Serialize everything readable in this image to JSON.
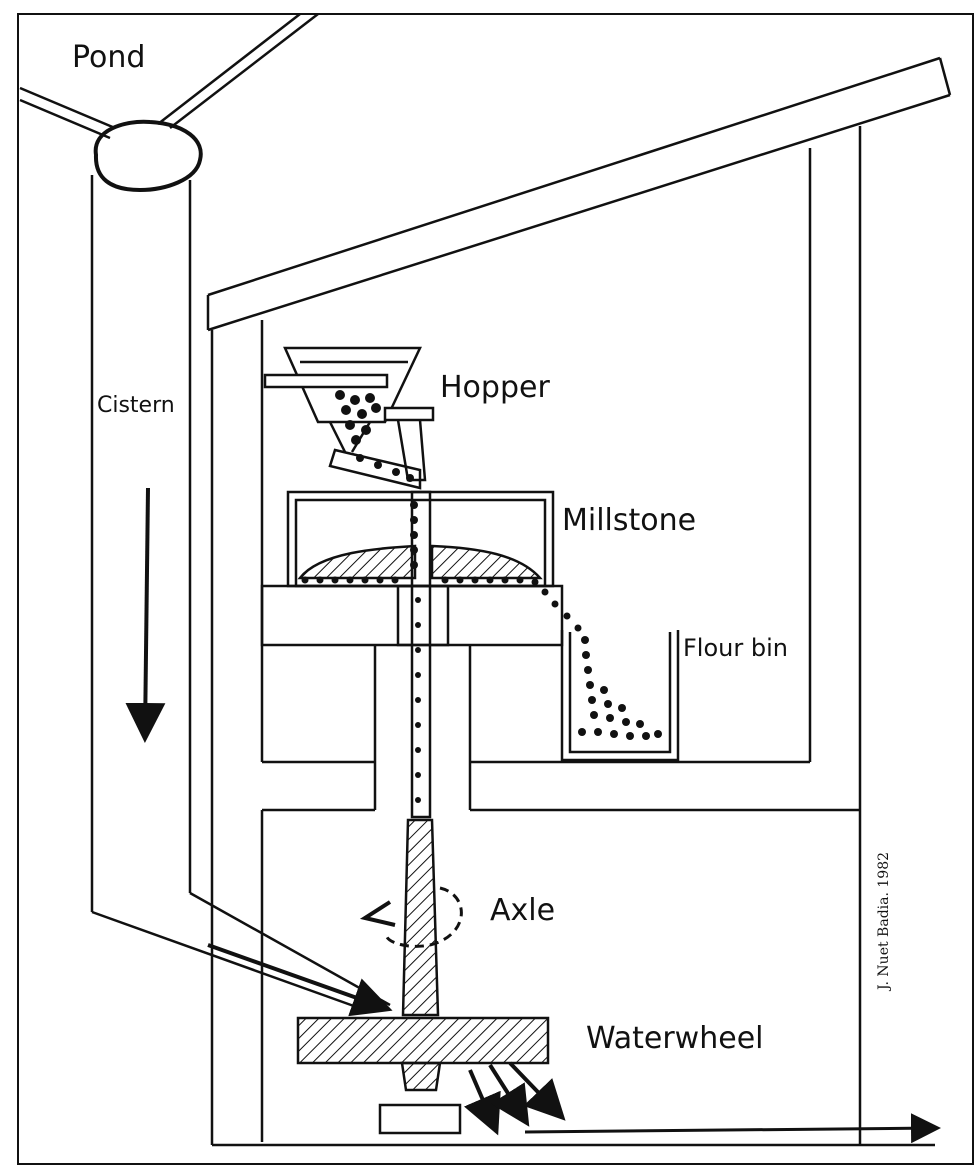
{
  "labels": {
    "pond": "Pond",
    "cistern": "Cistern",
    "hopper": "Hopper",
    "millstone": "Millstone",
    "flour_bin": "Flour bin",
    "axle": "Axle",
    "waterwheel": "Waterwheel"
  },
  "credit": "J. Nuet Badia. 1982",
  "colors": {
    "ink": "#111111",
    "paper": "#ffffff"
  }
}
